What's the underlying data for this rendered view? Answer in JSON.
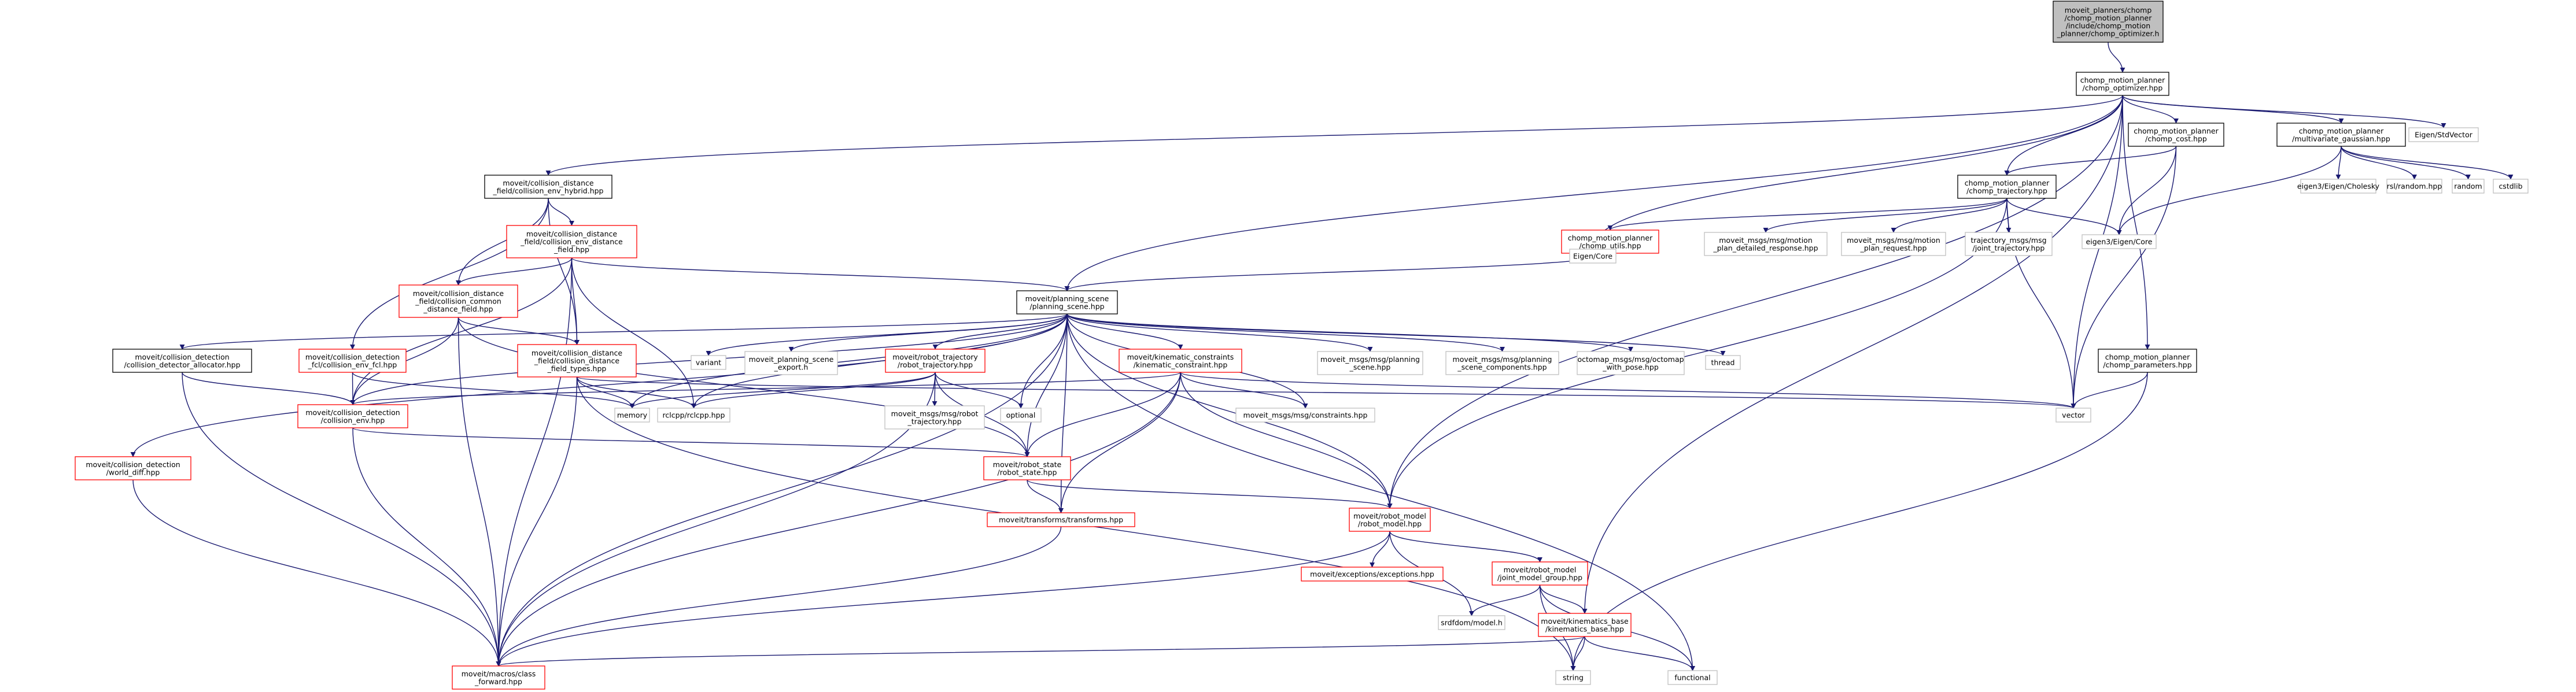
{
  "colors": {
    "edge": "#191970",
    "root_fill": "#bfbfbf",
    "root_border": "#000000",
    "header_border": "#000000",
    "recursive_border": "#ff0000",
    "external_border": "#bfbfbf",
    "text": "#000000"
  },
  "nodes": [
    {
      "id": "root",
      "kind": "root",
      "lines": [
        "moveit_planners/chomp",
        "/chomp_motion_planner",
        "/include/chomp_motion",
        "_planner/chomp_optimizer.h"
      ]
    },
    {
      "id": "chomp_optimizer_hpp",
      "kind": "header",
      "lines": [
        "chomp_motion_planner",
        "/chomp_optimizer.hpp"
      ]
    },
    {
      "id": "chomp_cost_hpp",
      "kind": "header",
      "lines": [
        "chomp_motion_planner",
        "/chomp_cost.hpp"
      ]
    },
    {
      "id": "multivariate_gaussian_hpp",
      "kind": "header",
      "lines": [
        "chomp_motion_planner",
        "/multivariate_gaussian.hpp"
      ]
    },
    {
      "id": "eigen_stdvector",
      "kind": "external",
      "lines": [
        "Eigen/StdVector"
      ]
    },
    {
      "id": "collision_env_hybrid",
      "kind": "header",
      "lines": [
        "moveit/collision_distance",
        "_field/collision_env_hybrid.hpp"
      ]
    },
    {
      "id": "chomp_trajectory_hpp",
      "kind": "header",
      "lines": [
        "chomp_motion_planner",
        "/chomp_trajectory.hpp"
      ]
    },
    {
      "id": "eigen3_cholesky",
      "kind": "external",
      "lines": [
        "eigen3/Eigen/Cholesky"
      ]
    },
    {
      "id": "rsl_random",
      "kind": "external",
      "lines": [
        "rsl/random.hpp"
      ]
    },
    {
      "id": "random",
      "kind": "external",
      "lines": [
        "random"
      ]
    },
    {
      "id": "cstdlib",
      "kind": "external",
      "lines": [
        "cstdlib"
      ]
    },
    {
      "id": "collision_env_distance_field",
      "kind": "recursive",
      "lines": [
        "moveit/collision_distance",
        "_field/collision_env_distance",
        "_field.hpp"
      ]
    },
    {
      "id": "chomp_utils_hpp",
      "kind": "recursive",
      "lines": [
        "chomp_motion_planner",
        "/chomp_utils.hpp"
      ]
    },
    {
      "id": "motion_plan_detailed_response",
      "kind": "external",
      "lines": [
        "moveit_msgs/msg/motion",
        "_plan_detailed_response.hpp"
      ]
    },
    {
      "id": "motion_plan_request",
      "kind": "external",
      "lines": [
        "moveit_msgs/msg/motion",
        "_plan_request.hpp"
      ]
    },
    {
      "id": "joint_trajectory_hpp",
      "kind": "external",
      "lines": [
        "trajectory_msgs/msg",
        "/joint_trajectory.hpp"
      ]
    },
    {
      "id": "eigen3_core",
      "kind": "external",
      "lines": [
        "eigen3/Eigen/Core"
      ]
    },
    {
      "id": "eigen_core",
      "kind": "external",
      "lines": [
        "Eigen/Core"
      ]
    },
    {
      "id": "collision_common_distance_field",
      "kind": "recursive",
      "lines": [
        "moveit/collision_distance",
        "_field/collision_common",
        "_distance_field.hpp"
      ]
    },
    {
      "id": "planning_scene_hpp",
      "kind": "header",
      "lines": [
        "moveit/planning_scene",
        "/planning_scene.hpp"
      ]
    },
    {
      "id": "collision_distance_field_types",
      "kind": "recursive",
      "lines": [
        "moveit/collision_distance",
        "_field/collision_distance",
        "_field_types.hpp"
      ]
    },
    {
      "id": "collision_detector_allocator",
      "kind": "header",
      "lines": [
        "moveit/collision_detection",
        "/collision_detector_allocator.hpp"
      ]
    },
    {
      "id": "collision_env_fcl",
      "kind": "recursive",
      "lines": [
        "moveit/collision_detection",
        "_fcl/collision_env_fcl.hpp"
      ]
    },
    {
      "id": "variant",
      "kind": "external",
      "lines": [
        "variant"
      ]
    },
    {
      "id": "planning_scene_export",
      "kind": "external",
      "lines": [
        "moveit_planning_scene",
        "_export.h"
      ]
    },
    {
      "id": "robot_trajectory_hpp",
      "kind": "recursive",
      "lines": [
        "moveit/robot_trajectory",
        "/robot_trajectory.hpp"
      ]
    },
    {
      "id": "kinematic_constraint_hpp",
      "kind": "recursive",
      "lines": [
        "moveit/kinematic_constraints",
        "/kinematic_constraint.hpp"
      ]
    },
    {
      "id": "msg_planning_scene",
      "kind": "external",
      "lines": [
        "moveit_msgs/msg/planning",
        "_scene.hpp"
      ]
    },
    {
      "id": "msg_planning_scene_components",
      "kind": "external",
      "lines": [
        "moveit_msgs/msg/planning",
        "_scene_components.hpp"
      ]
    },
    {
      "id": "octomap_with_pose",
      "kind": "external",
      "lines": [
        "octomap_msgs/msg/octomap",
        "_with_pose.hpp"
      ]
    },
    {
      "id": "thread",
      "kind": "external",
      "lines": [
        "thread"
      ]
    },
    {
      "id": "chomp_parameters_hpp",
      "kind": "header",
      "lines": [
        "chomp_motion_planner",
        "/chomp_parameters.hpp"
      ]
    },
    {
      "id": "vector",
      "kind": "external",
      "lines": [
        "vector"
      ]
    },
    {
      "id": "memory",
      "kind": "external",
      "lines": [
        "memory"
      ]
    },
    {
      "id": "rclcpp_hpp",
      "kind": "external",
      "lines": [
        "rclcpp/rclcpp.hpp"
      ]
    },
    {
      "id": "optional",
      "kind": "external",
      "lines": [
        "optional"
      ]
    },
    {
      "id": "msg_constraints",
      "kind": "external",
      "lines": [
        "moveit_msgs/msg/constraints.hpp"
      ]
    },
    {
      "id": "collision_env_hpp",
      "kind": "recursive",
      "lines": [
        "moveit/collision_detection",
        "/collision_env.hpp"
      ]
    },
    {
      "id": "msg_robot_trajectory",
      "kind": "external",
      "lines": [
        "moveit_msgs/msg/robot",
        "_trajectory.hpp"
      ]
    },
    {
      "id": "world_diff_hpp",
      "kind": "recursive",
      "lines": [
        "moveit/collision_detection",
        "/world_diff.hpp"
      ]
    },
    {
      "id": "robot_state_hpp",
      "kind": "recursive",
      "lines": [
        "moveit/robot_state",
        "/robot_state.hpp"
      ]
    },
    {
      "id": "transforms_hpp",
      "kind": "recursive",
      "lines": [
        "moveit/transforms/transforms.hpp"
      ]
    },
    {
      "id": "robot_model_hpp",
      "kind": "recursive",
      "lines": [
        "moveit/robot_model",
        "/robot_model.hpp"
      ]
    },
    {
      "id": "exceptions_hpp",
      "kind": "recursive",
      "lines": [
        "moveit/exceptions/exceptions.hpp"
      ]
    },
    {
      "id": "joint_model_group_hpp",
      "kind": "recursive",
      "lines": [
        "moveit/robot_model",
        "/joint_model_group.hpp"
      ]
    },
    {
      "id": "srdfdom_model",
      "kind": "external",
      "lines": [
        "srdfdom/model.h"
      ]
    },
    {
      "id": "kinematics_base_hpp",
      "kind": "recursive",
      "lines": [
        "moveit/kinematics_base",
        "/kinematics_base.hpp"
      ]
    },
    {
      "id": "class_forward_hpp",
      "kind": "recursive",
      "lines": [
        "moveit/macros/class",
        "_forward.hpp"
      ]
    },
    {
      "id": "string",
      "kind": "external",
      "lines": [
        "string"
      ]
    },
    {
      "id": "functional",
      "kind": "external",
      "lines": [
        "functional"
      ]
    }
  ],
  "edges": [
    [
      "root",
      "chomp_optimizer_hpp"
    ],
    [
      "chomp_optimizer_hpp",
      "chomp_cost_hpp"
    ],
    [
      "chomp_optimizer_hpp",
      "multivariate_gaussian_hpp"
    ],
    [
      "chomp_optimizer_hpp",
      "eigen_stdvector"
    ],
    [
      "chomp_optimizer_hpp",
      "collision_env_hybrid"
    ],
    [
      "chomp_optimizer_hpp",
      "chomp_trajectory_hpp"
    ],
    [
      "chomp_optimizer_hpp",
      "planning_scene_hpp"
    ],
    [
      "chomp_optimizer_hpp",
      "chomp_parameters_hpp"
    ],
    [
      "chomp_optimizer_hpp",
      "eigen_core"
    ],
    [
      "chomp_optimizer_hpp",
      "vector"
    ],
    [
      "chomp_optimizer_hpp",
      "robot_model_hpp"
    ],
    [
      "chomp_optimizer_hpp",
      "kinematics_base_hpp"
    ],
    [
      "chomp_cost_hpp",
      "chomp_trajectory_hpp"
    ],
    [
      "chomp_cost_hpp",
      "eigen3_core"
    ],
    [
      "chomp_cost_hpp",
      "vector"
    ],
    [
      "multivariate_gaussian_hpp",
      "eigen3_core"
    ],
    [
      "multivariate_gaussian_hpp",
      "eigen3_cholesky"
    ],
    [
      "multivariate_gaussian_hpp",
      "rsl_random"
    ],
    [
      "multivariate_gaussian_hpp",
      "random"
    ],
    [
      "multivariate_gaussian_hpp",
      "cstdlib"
    ],
    [
      "collision_env_hybrid",
      "collision_env_distance_field"
    ],
    [
      "collision_env_hybrid",
      "collision_common_distance_field"
    ],
    [
      "collision_env_hybrid",
      "collision_distance_field_types"
    ],
    [
      "collision_env_hybrid",
      "collision_env_fcl"
    ],
    [
      "chomp_trajectory_hpp",
      "chomp_utils_hpp"
    ],
    [
      "chomp_trajectory_hpp",
      "motion_plan_detailed_response"
    ],
    [
      "chomp_trajectory_hpp",
      "motion_plan_request"
    ],
    [
      "chomp_trajectory_hpp",
      "joint_trajectory_hpp"
    ],
    [
      "chomp_trajectory_hpp",
      "eigen3_core"
    ],
    [
      "chomp_trajectory_hpp",
      "vector"
    ],
    [
      "chomp_trajectory_hpp",
      "robot_model_hpp"
    ],
    [
      "chomp_utils_hpp",
      "planning_scene_hpp"
    ],
    [
      "chomp_utils_hpp",
      "eigen_core"
    ],
    [
      "collision_env_distance_field",
      "collision_common_distance_field"
    ],
    [
      "collision_env_distance_field",
      "collision_distance_field_types"
    ],
    [
      "collision_env_distance_field",
      "planning_scene_hpp"
    ],
    [
      "collision_env_distance_field",
      "collision_env_hpp"
    ],
    [
      "collision_env_distance_field",
      "class_forward_hpp"
    ],
    [
      "collision_env_distance_field",
      "rclcpp_hpp"
    ],
    [
      "collision_common_distance_field",
      "collision_distance_field_types"
    ],
    [
      "collision_common_distance_field",
      "collision_env_hpp"
    ],
    [
      "collision_common_distance_field",
      "robot_state_hpp"
    ],
    [
      "collision_common_distance_field",
      "class_forward_hpp"
    ],
    [
      "collision_distance_field_types",
      "memory"
    ],
    [
      "collision_distance_field_types",
      "rclcpp_hpp"
    ],
    [
      "collision_distance_field_types",
      "vector"
    ],
    [
      "collision_distance_field_types",
      "string"
    ],
    [
      "collision_distance_field_types",
      "class_forward_hpp"
    ],
    [
      "planning_scene_hpp",
      "collision_detector_allocator"
    ],
    [
      "planning_scene_hpp",
      "collision_env_hpp"
    ],
    [
      "planning_scene_hpp",
      "world_diff_hpp"
    ],
    [
      "planning_scene_hpp",
      "variant"
    ],
    [
      "planning_scene_hpp",
      "planning_scene_export"
    ],
    [
      "planning_scene_hpp",
      "robot_trajectory_hpp"
    ],
    [
      "planning_scene_hpp",
      "kinematic_constraint_hpp"
    ],
    [
      "planning_scene_hpp",
      "msg_planning_scene"
    ],
    [
      "planning_scene_hpp",
      "msg_planning_scene_components"
    ],
    [
      "planning_scene_hpp",
      "octomap_with_pose"
    ],
    [
      "planning_scene_hpp",
      "thread"
    ],
    [
      "planning_scene_hpp",
      "memory"
    ],
    [
      "planning_scene_hpp",
      "rclcpp_hpp"
    ],
    [
      "planning_scene_hpp",
      "optional"
    ],
    [
      "planning_scene_hpp",
      "msg_constraints"
    ],
    [
      "planning_scene_hpp",
      "robot_state_hpp"
    ],
    [
      "planning_scene_hpp",
      "transforms_hpp"
    ],
    [
      "planning_scene_hpp",
      "robot_model_hpp"
    ],
    [
      "planning_scene_hpp",
      "functional"
    ],
    [
      "planning_scene_hpp",
      "class_forward_hpp"
    ],
    [
      "collision_detector_allocator",
      "collision_env_hpp"
    ],
    [
      "collision_detector_allocator",
      "class_forward_hpp"
    ],
    [
      "collision_env_fcl",
      "collision_env_hpp"
    ],
    [
      "collision_env_fcl",
      "memory"
    ],
    [
      "robot_trajectory_hpp",
      "robot_state_hpp"
    ],
    [
      "robot_trajectory_hpp",
      "msg_robot_trajectory"
    ],
    [
      "robot_trajectory_hpp",
      "memory"
    ],
    [
      "robot_trajectory_hpp",
      "optional"
    ],
    [
      "robot_trajectory_hpp",
      "rclcpp_hpp"
    ],
    [
      "robot_trajectory_hpp",
      "class_forward_hpp"
    ],
    [
      "kinematic_constraint_hpp",
      "collision_env_hpp"
    ],
    [
      "kinematic_constraint_hpp",
      "robot_state_hpp"
    ],
    [
      "kinematic_constraint_hpp",
      "transforms_hpp"
    ],
    [
      "kinematic_constraint_hpp",
      "msg_constraints"
    ],
    [
      "kinematic_constraint_hpp",
      "robot_model_hpp"
    ],
    [
      "kinematic_constraint_hpp",
      "vector"
    ],
    [
      "kinematic_constraint_hpp",
      "class_forward_hpp"
    ],
    [
      "chomp_parameters_hpp",
      "vector"
    ],
    [
      "chomp_parameters_hpp",
      "string"
    ],
    [
      "collision_env_hpp",
      "robot_state_hpp"
    ],
    [
      "collision_env_hpp",
      "class_forward_hpp"
    ],
    [
      "world_diff_hpp",
      "class_forward_hpp"
    ],
    [
      "robot_state_hpp",
      "transforms_hpp"
    ],
    [
      "robot_state_hpp",
      "robot_model_hpp"
    ],
    [
      "transforms_hpp",
      "class_forward_hpp"
    ],
    [
      "robot_model_hpp",
      "exceptions_hpp"
    ],
    [
      "robot_model_hpp",
      "joint_model_group_hpp"
    ],
    [
      "robot_model_hpp",
      "srdfdom_model"
    ],
    [
      "robot_model_hpp",
      "class_forward_hpp"
    ],
    [
      "joint_model_group_hpp",
      "kinematics_base_hpp"
    ],
    [
      "joint_model_group_hpp",
      "srdfdom_model"
    ],
    [
      "joint_model_group_hpp",
      "string"
    ],
    [
      "joint_model_group_hpp",
      "functional"
    ],
    [
      "kinematics_base_hpp",
      "class_forward_hpp"
    ],
    [
      "kinematics_base_hpp",
      "string"
    ],
    [
      "kinematics_base_hpp",
      "functional"
    ]
  ]
}
